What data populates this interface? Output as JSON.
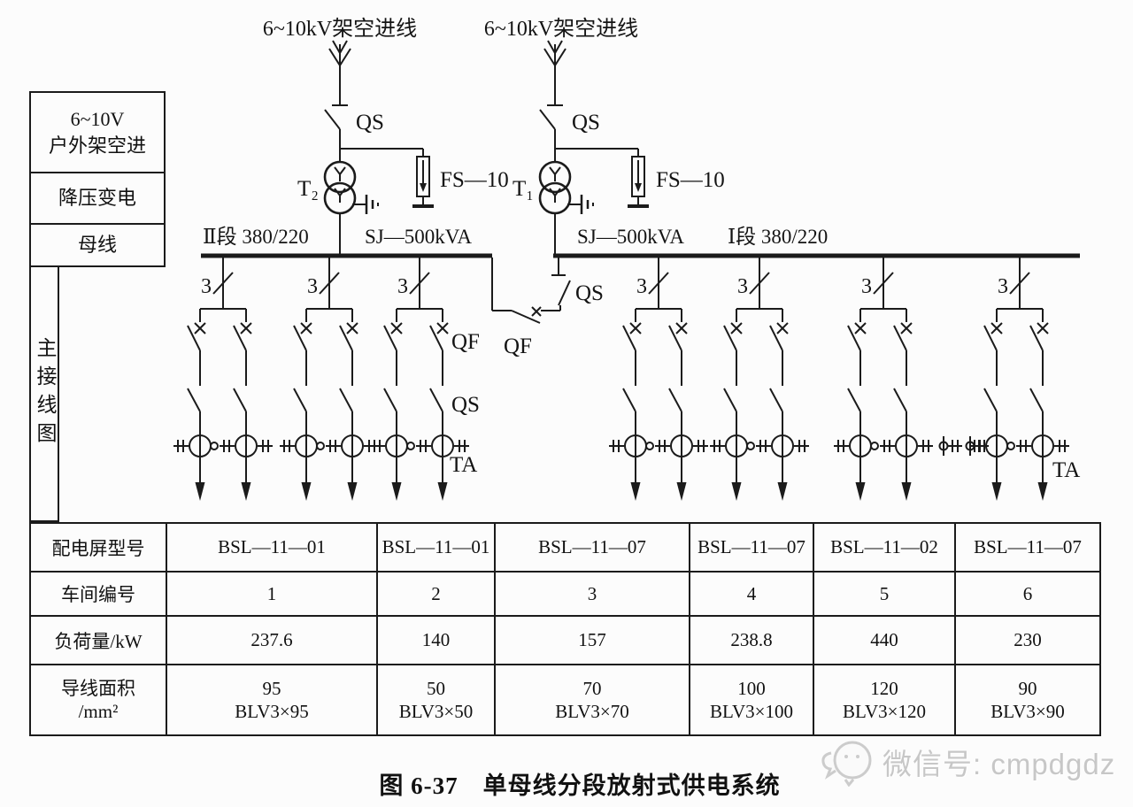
{
  "diagram": {
    "incoming_line_label": "6~10kV架空进线",
    "qs_label": "QS",
    "qf_label": "QF",
    "ta_label": "TA",
    "fs_label": "FS—10",
    "transformer_left": "T₂",
    "transformer_right": "T₁",
    "transformer_rating": "SJ—500kVA",
    "bus_left_label": "Ⅱ段 380/220",
    "bus_right_label": "Ⅰ段  380/220",
    "phase_mark": "3",
    "ink_color": "#1b1b1b"
  },
  "sidebar": {
    "row1_line1": "6~10V",
    "row1_line2": "户外架空进",
    "row2": "降压变电",
    "row3": "母线",
    "row4_vertical": "主接线图"
  },
  "table": {
    "headers": {
      "models": "配电屏型号",
      "workshop": "车间编号",
      "load": "负荷量/kW",
      "wire_line1": "导线面积",
      "wire_line2": "/mm²"
    },
    "models": [
      "BSL—11—01",
      "BSL—11—01",
      "BSL—11—07",
      "BSL—11—07",
      "BSL—11—02",
      "BSL—11—07"
    ],
    "workshops": [
      "1",
      "2",
      "3",
      "4",
      "5",
      "6"
    ],
    "loads": [
      "237.6",
      "140",
      "157",
      "238.8",
      "440",
      "230"
    ],
    "wire_values": [
      "95",
      "50",
      "70",
      "100",
      "120",
      "90"
    ],
    "wire_specs": [
      "BLV3×95",
      "BLV3×50",
      "BLV3×70",
      "BLV3×100",
      "BLV3×120",
      "BLV3×90"
    ]
  },
  "caption": "图 6-37　单母线分段放射式供电系统",
  "watermark": {
    "text": "微信号: cmpdgdz"
  }
}
